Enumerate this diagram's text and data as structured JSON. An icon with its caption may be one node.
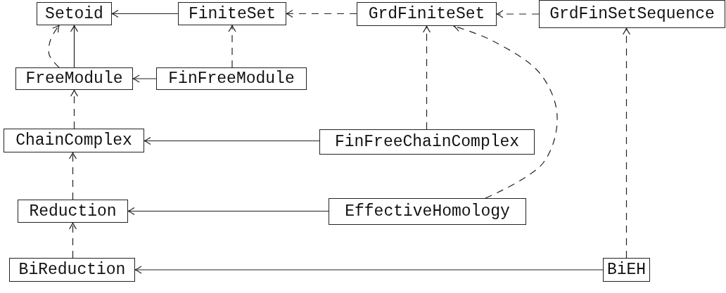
{
  "diagram": {
    "nodes": [
      {
        "text": [
          "Setoid"
        ]
      },
      {
        "text": [
          "FiniteSet"
        ]
      },
      {
        "text": [
          "GrdFiniteSet"
        ]
      },
      {
        "text": [
          "GrdFinSetSequence"
        ]
      },
      {
        "text": [
          "FreeModule"
        ]
      },
      {
        "text": [
          "FinFreeModule"
        ]
      },
      {
        "text": [
          "ChainComplex"
        ]
      },
      {
        "text": [
          "FinFreeChainComplex"
        ]
      },
      {
        "text": [
          "Reduction"
        ]
      },
      {
        "text": [
          "EffectiveHomology"
        ]
      },
      {
        "text": [
          "BiReduction"
        ]
      },
      {
        "text": [
          "BiEH"
        ]
      }
    ],
    "edges": [
      {
        "from": 1,
        "to": 0,
        "arrow": "to"
      },
      {
        "from": 2,
        "to": 1,
        "arrow": "to",
        "style": "dashed"
      },
      {
        "from": 3,
        "to": 2,
        "arrow": "to",
        "style": "dashed"
      },
      {
        "from": 4,
        "to": 0,
        "arrow": "to"
      },
      {
        "from": 4,
        "to": 0,
        "arrow": "to",
        "style": "dashed"
      },
      {
        "from": 5,
        "to": 4,
        "arrow": "to"
      },
      {
        "from": 5,
        "to": 1,
        "arrow": "to",
        "style": "dashed"
      },
      {
        "from": 6,
        "to": 4,
        "arrow": "to",
        "style": "dashed"
      },
      {
        "from": 7,
        "to": 6,
        "arrow": "to"
      },
      {
        "from": 7,
        "to": 2,
        "arrow": "to",
        "style": "dashed"
      },
      {
        "from": 8,
        "to": 6,
        "arrow": "to",
        "style": "dashed"
      },
      {
        "from": 9,
        "to": 8,
        "arrow": "to"
      },
      {
        "from": 9,
        "to": 2,
        "arrow": "to",
        "style": "dashed"
      },
      {
        "from": 10,
        "to": 8,
        "arrow": "to",
        "style": "dashed"
      },
      {
        "from": 11,
        "to": 10,
        "arrow": "to"
      },
      {
        "from": 11,
        "to": 3,
        "arrow": "to",
        "style": "dashed"
      }
    ]
  }
}
